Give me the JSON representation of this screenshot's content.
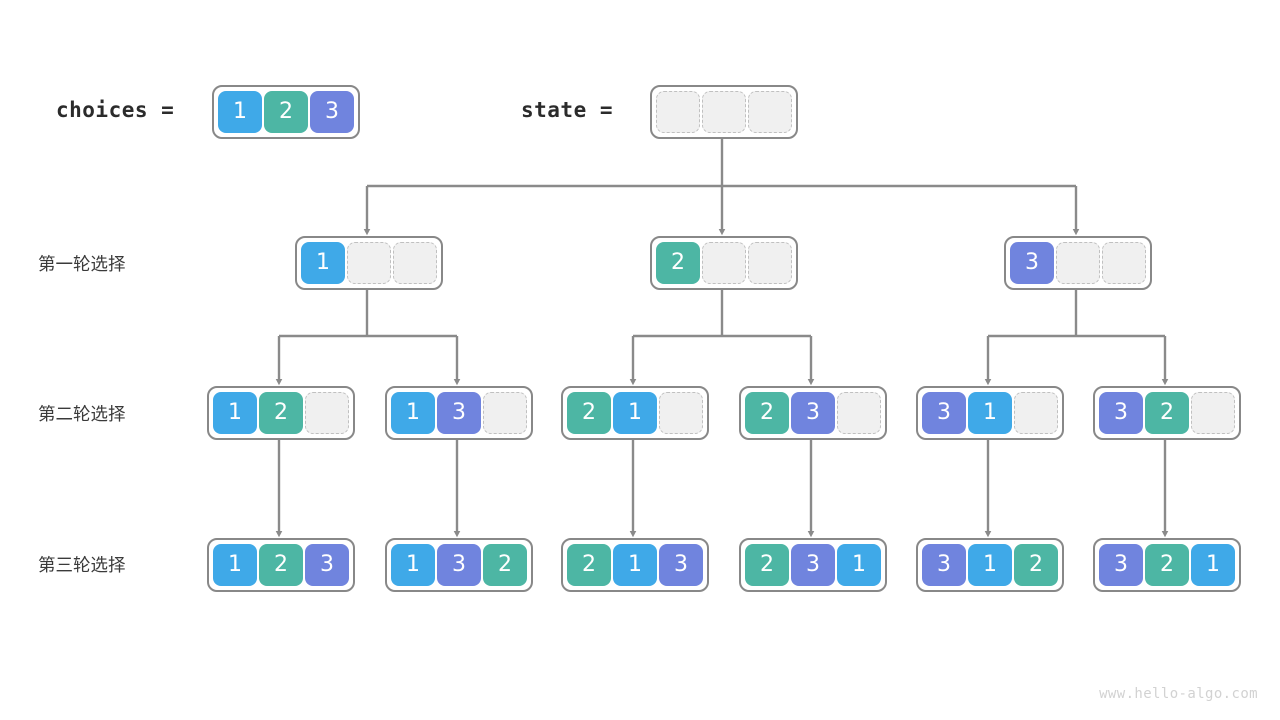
{
  "header": {
    "choices_label": "choices =",
    "state_label": "state ="
  },
  "colors": {
    "value_1": "#3fa9e8",
    "value_2": "#4db6a4",
    "value_3": "#7084de",
    "empty_fill": "#f0f0f0",
    "empty_border": "#c0c0c0",
    "box_border": "#888888",
    "connector": "#8a8a8a",
    "text": "#3a3a3a",
    "watermark": "#d2d2d2"
  },
  "row_labels": [
    "第一轮选择",
    "第二轮选择",
    "第三轮选择"
  ],
  "arrays": {
    "choices": [
      "1",
      "2",
      "3"
    ],
    "state": [
      "",
      "",
      ""
    ],
    "round1": [
      {
        "cells": [
          "1",
          "",
          ""
        ]
      },
      {
        "cells": [
          "2",
          "",
          ""
        ]
      },
      {
        "cells": [
          "3",
          "",
          ""
        ]
      }
    ],
    "round2": [
      {
        "cells": [
          "1",
          "2",
          ""
        ]
      },
      {
        "cells": [
          "1",
          "3",
          ""
        ]
      },
      {
        "cells": [
          "2",
          "1",
          ""
        ]
      },
      {
        "cells": [
          "2",
          "3",
          ""
        ]
      },
      {
        "cells": [
          "3",
          "1",
          ""
        ]
      },
      {
        "cells": [
          "3",
          "2",
          ""
        ]
      }
    ],
    "round3": [
      {
        "cells": [
          "1",
          "2",
          "3"
        ]
      },
      {
        "cells": [
          "1",
          "3",
          "2"
        ]
      },
      {
        "cells": [
          "2",
          "1",
          "3"
        ]
      },
      {
        "cells": [
          "2",
          "3",
          "1"
        ]
      },
      {
        "cells": [
          "3",
          "1",
          "2"
        ]
      },
      {
        "cells": [
          "3",
          "2",
          "1"
        ]
      }
    ]
  },
  "watermark": "www.hello-algo.com"
}
